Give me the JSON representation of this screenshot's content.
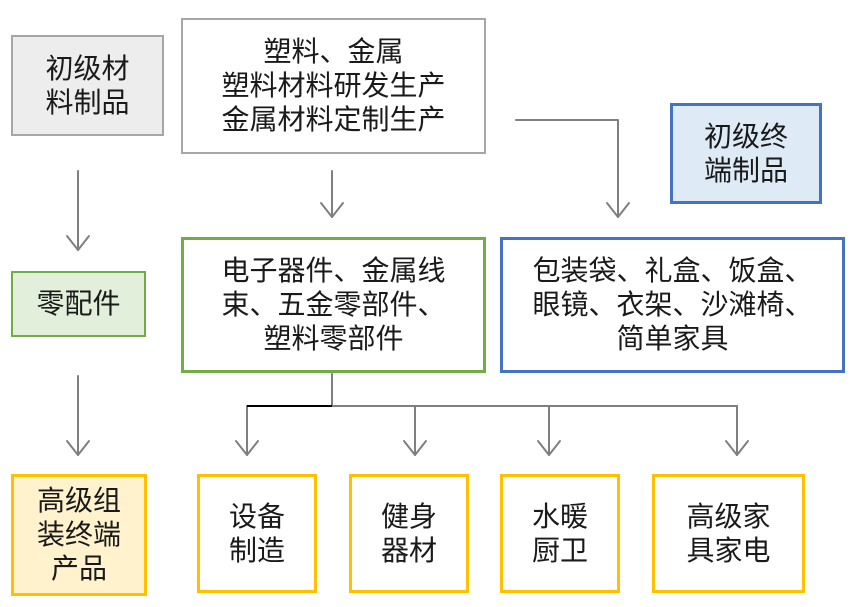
{
  "legend": {
    "primary_materials": [
      "初级材",
      "料制品"
    ],
    "components": [
      "零配件"
    ],
    "advanced_products": [
      "高级组",
      "装终端",
      "产品"
    ],
    "primary_end_products": [
      "初级终",
      "端制品"
    ]
  },
  "nodes": {
    "materials": [
      "塑料、金属",
      "塑料材料研发生产",
      "金属材料定制生产"
    ],
    "parts": [
      "电子器件、金属线",
      "束、五金零部件、",
      "塑料零部件"
    ],
    "end_goods": [
      "包装袋、礼盒、饭盒、",
      "眼镜、衣架、沙滩椅、",
      "简单家具"
    ],
    "equipment": [
      "设备",
      "制造"
    ],
    "fitness": [
      "健身",
      "器材"
    ],
    "plumbing": [
      "水暖",
      "厨卫"
    ],
    "appliances": [
      "高级家",
      "具家电"
    ]
  },
  "colors": {
    "gray": "#a6a6a6",
    "green": "#70ad47",
    "blue": "#4472c4",
    "gold": "#ffc000",
    "arrow": "#7f7f7f"
  }
}
